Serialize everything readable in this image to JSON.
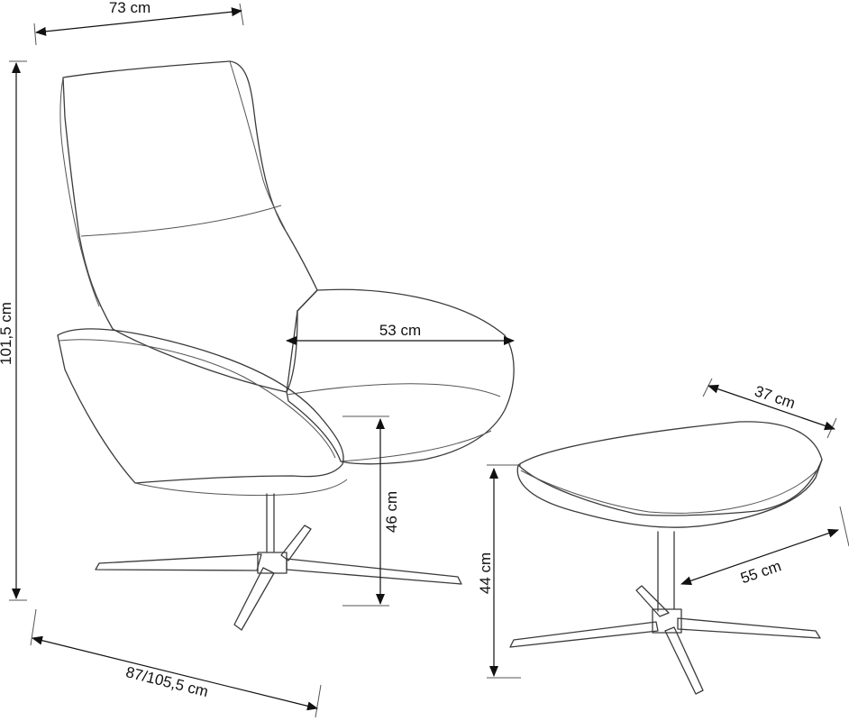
{
  "dimensions": {
    "chair_width": "73 cm",
    "chair_height": "101,5 cm",
    "chair_depth": "87/105,5 cm",
    "seat_depth": "53 cm",
    "seat_height": "46 cm",
    "footstool_width": "37 cm",
    "footstool_depth": "55 cm",
    "footstool_height": "44 cm"
  }
}
